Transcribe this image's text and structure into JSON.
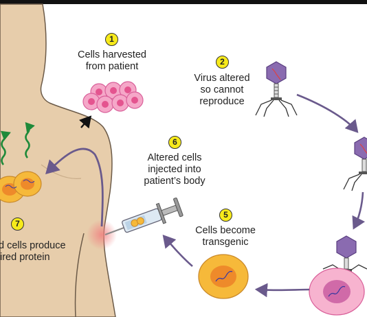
{
  "steps": [
    {
      "number": "1",
      "label_lines": [
        "Cells harvested",
        "from patient"
      ]
    },
    {
      "number": "2",
      "label_lines": [
        "Virus altered",
        "so cannot",
        "reproduce"
      ]
    },
    {
      "number": "5",
      "label_lines": [
        "Cells become",
        "transgenic"
      ]
    },
    {
      "number": "6",
      "label_lines": [
        "Altered cells",
        "injected into",
        "patient’s body"
      ]
    },
    {
      "number": "7",
      "label_lines": [
        "d cells produce",
        "ired protein"
      ]
    }
  ],
  "colors": {
    "skin": "#e7cdab",
    "skin_outline": "#6b5a48",
    "cell_pink": "#f49ac1",
    "cell_orange": "#f6b93a",
    "virus_purple": "#8a6bb0",
    "arrow_purple": "#6a5a8c",
    "protein_green": "#1f8a3a",
    "badge_yellow": "#f7ea1b"
  }
}
